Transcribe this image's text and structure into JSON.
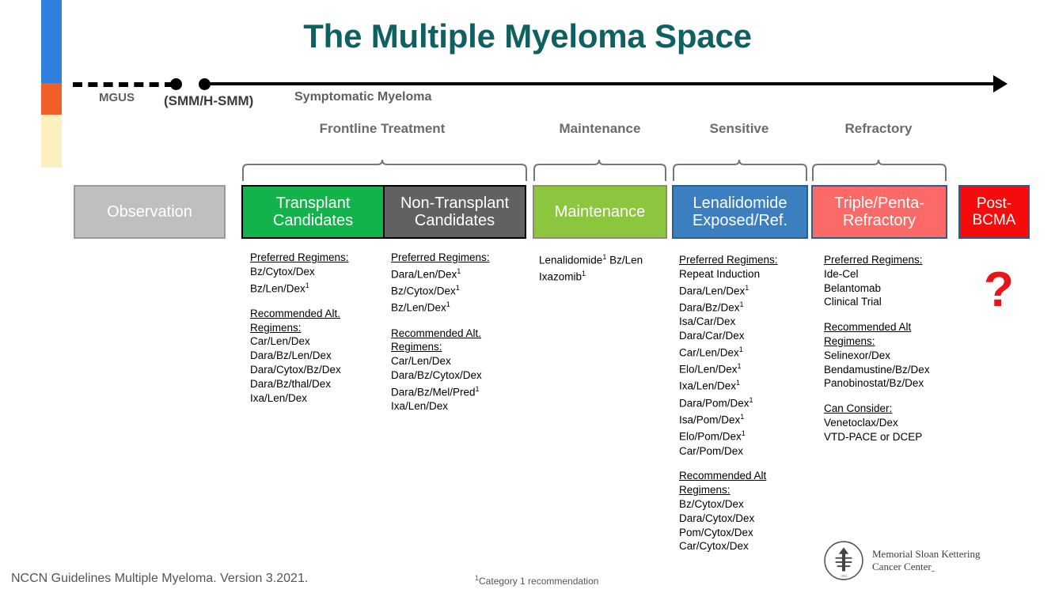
{
  "title": "The Multiple Myeloma Space",
  "accent_colors": {
    "blue": "#2f80dd",
    "orange": "#ef5f28",
    "cream": "#fdf0bf",
    "title_teal": "#0f6060",
    "question_red": "#e8141c"
  },
  "timeline": {
    "mgus_label": "MGUS",
    "smm_label": "(SMM/H-SMM)",
    "symptomatic_label": "Symptomatic Myeloma"
  },
  "phases": [
    {
      "name": "frontline",
      "label": "Frontline Treatment"
    },
    {
      "name": "maintenance",
      "label": "Maintenance"
    },
    {
      "name": "sensitive",
      "label": "Sensitive"
    },
    {
      "name": "refractory",
      "label": "Refractory"
    }
  ],
  "boxes": [
    {
      "name": "observation",
      "line1": "Observation",
      "line2": "",
      "fill": "#bfbfbf",
      "border": "#9a9a9a"
    },
    {
      "name": "transplant",
      "line1": "Transplant",
      "line2": "Candidates",
      "fill": "#11b34a",
      "border": "#000000"
    },
    {
      "name": "non-transplant",
      "line1": "Non-Transplant",
      "line2": "Candidates",
      "fill": "#616161",
      "border": "#000000"
    },
    {
      "name": "maintenance",
      "line1": "Maintenance",
      "line2": "",
      "fill": "#8cc63f",
      "border": "#8e8e6e"
    },
    {
      "name": "lenalidomide",
      "line1": "Lenalidomide",
      "line2": "Exposed/Ref.",
      "fill": "#3c7fc0",
      "border": "#2a5d92"
    },
    {
      "name": "triple-penta",
      "line1": "Triple/Penta-",
      "line2": "Refractory",
      "fill": "#fb6a66",
      "border": "#2a5d92"
    },
    {
      "name": "post-bcma",
      "line1": "Post-",
      "line2": "BCMA",
      "fill": "#f40b0b",
      "border": "#2a5d92"
    }
  ],
  "columns": {
    "transplant": {
      "blocks": [
        {
          "header": "Preferred Regimens:",
          "items": [
            {
              "text": "Bz/Cytox/Dex",
              "cat1": false
            },
            {
              "text": "Bz/Len/Dex",
              "cat1": true
            }
          ]
        },
        {
          "header": "Recommended Alt.",
          "header2": "Regimens:",
          "items": [
            {
              "text": "Car/Len/Dex",
              "cat1": false
            },
            {
              "text": "Dara/Bz/Len/Dex",
              "cat1": false
            },
            {
              "text": "Dara/Cytox/Bz/Dex",
              "cat1": false
            },
            {
              "text": "Dara/Bz/thal/Dex",
              "cat1": false
            },
            {
              "text": "Ixa/Len/Dex",
              "cat1": false
            }
          ]
        }
      ]
    },
    "non_transplant": {
      "blocks": [
        {
          "header": "Preferred Regimens:",
          "items": [
            {
              "text": "Dara/Len/Dex",
              "cat1": true
            },
            {
              "text": "Bz/Cytox/Dex",
              "cat1": true
            },
            {
              "text": "Bz/Len/Dex",
              "cat1": true
            }
          ]
        },
        {
          "header": "Recommended Alt.",
          "header2": "Regimens:",
          "items": [
            {
              "text": "Car/Len/Dex",
              "cat1": false
            },
            {
              "text": "Dara/Bz/Cytox/Dex",
              "cat1": false
            },
            {
              "text": "Dara/Bz/Mel/Pred",
              "cat1": true
            },
            {
              "text": "Ixa/Len/Dex",
              "cat1": false
            }
          ]
        }
      ]
    },
    "maintenance": {
      "blocks": [
        {
          "header": "",
          "items": [
            {
              "text": "Lenalidomide",
              "cat1": true,
              "suffix": " Bz/Len"
            },
            {
              "text": "Ixazomib",
              "cat1": true
            }
          ]
        }
      ]
    },
    "sensitive": {
      "blocks": [
        {
          "header": "Preferred Regimens:",
          "items": [
            {
              "text": "Repeat Induction",
              "cat1": false
            },
            {
              "text": "Dara/Len/Dex",
              "cat1": true
            },
            {
              "text": "Dara/Bz/Dex",
              "cat1": true
            },
            {
              "text": "Isa/Car/Dex",
              "cat1": false
            },
            {
              "text": "Dara/Car/Dex",
              "cat1": false
            },
            {
              "text": "Car/Len/Dex",
              "cat1": true
            },
            {
              "text": "Elo/Len/Dex",
              "cat1": true
            },
            {
              "text": "Ixa/Len/Dex",
              "cat1": true
            },
            {
              "text": "Dara/Pom/Dex",
              "cat1": true
            },
            {
              "text": "Isa/Pom/Dex",
              "cat1": true
            },
            {
              "text": "Elo/Pom/Dex",
              "cat1": true
            },
            {
              "text": "Car/Pom/Dex",
              "cat1": false
            }
          ]
        },
        {
          "header": "Recommended Alt",
          "header2": "Regimens:",
          "items": [
            {
              "text": "Bz/Cytox/Dex",
              "cat1": false
            },
            {
              "text": "Dara/Cytox/Dex",
              "cat1": false
            },
            {
              "text": "Pom/Cytox/Dex",
              "cat1": false
            },
            {
              "text": "Car/Cytox/Dex",
              "cat1": false
            }
          ]
        }
      ]
    },
    "refractory": {
      "blocks": [
        {
          "header": "Preferred Regimens:",
          "items": [
            {
              "text": "Ide-Cel",
              "cat1": false
            },
            {
              "text": "Belantomab",
              "cat1": false
            },
            {
              "text": "Clinical Trial",
              "cat1": false
            }
          ]
        },
        {
          "header": "Recommended Alt",
          "header2": "Regimens:",
          "items": [
            {
              "text": "Selinexor/Dex",
              "cat1": false
            },
            {
              "text": "Bendamustine/Bz/Dex",
              "cat1": false
            },
            {
              "text": "Panobinostat/Bz/Dex",
              "cat1": false
            }
          ]
        },
        {
          "header": "Can Consider:",
          "items": [
            {
              "text": "Venetoclax/Dex",
              "cat1": false
            },
            {
              "text": "VTD-PACE or DCEP",
              "cat1": false
            }
          ]
        }
      ]
    }
  },
  "question_mark": "?",
  "footer": {
    "source": "NCCN Guidelines Multiple Myeloma. Version 3.2021.",
    "category_note_sup": "1",
    "category_note": "Category 1 recommendation",
    "logo_line1": "Memorial Sloan Kettering",
    "logo_line2": "Cancer Centerˍ"
  }
}
